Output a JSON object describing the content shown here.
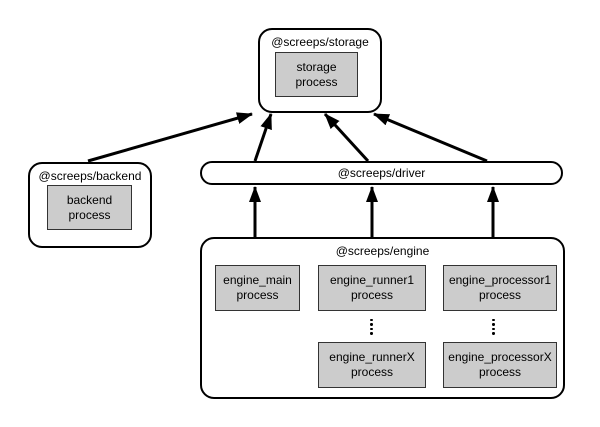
{
  "diagram": {
    "storage": {
      "title": "@screeps/storage",
      "box": [
        "storage",
        "process"
      ]
    },
    "backend": {
      "title": "@screeps/backend",
      "box": [
        "backend",
        "process"
      ]
    },
    "driver": {
      "title": "@screeps/driver"
    },
    "engine": {
      "title": "@screeps/engine",
      "main": [
        "engine_main",
        "process"
      ],
      "runner1": [
        "engine_runner1",
        "process"
      ],
      "processor1": [
        "engine_processor1",
        "process"
      ],
      "runnerX": [
        "engine_runnerX",
        "process"
      ],
      "processorX": [
        "engine_processorX",
        "process"
      ],
      "ellipsis": "⋮"
    },
    "colors": {
      "process_fill": "#cccccc",
      "process_border": "#333333",
      "container_border": "#000000",
      "arrow": "#000000"
    }
  }
}
